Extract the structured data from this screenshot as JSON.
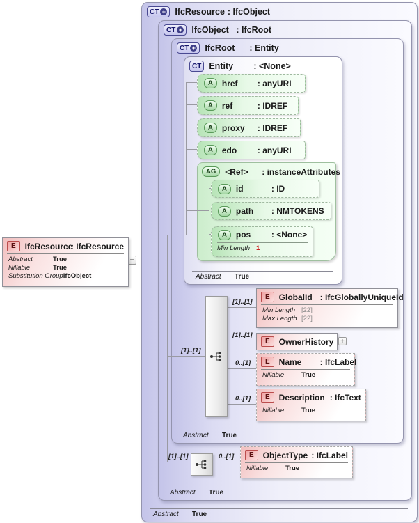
{
  "colors": {
    "container_fill": "#c4c4e9",
    "attribute_fill": "#b7e4b7",
    "element_fill": "#f1bfbf",
    "facet_red": "#cc2222"
  },
  "icons": {
    "expand": "+",
    "collapse": "−"
  },
  "containers": [
    {
      "badge": "CT",
      "name": "IfcResource",
      "type": ": IfcObject",
      "footer_label": "Abstract",
      "footer_value": "True"
    },
    {
      "badge": "CT",
      "name": "IfcObject",
      "type": ": IfcRoot",
      "footer_label": "Abstract",
      "footer_value": "True"
    },
    {
      "badge": "CT",
      "name": "IfcRoot",
      "type": ": Entity",
      "footer_label": "Abstract",
      "footer_value": "True"
    },
    {
      "badge": "CT",
      "name": "Entity",
      "type": ": <None>",
      "footer_label": "Abstract",
      "footer_value": "True"
    }
  ],
  "left_element": {
    "badge": "E",
    "name": "IfcResource",
    "type": ": IfcResource",
    "props": [
      {
        "label": "Abstract",
        "value": "True"
      },
      {
        "label": "Nillable",
        "value": "True"
      },
      {
        "label": "Substitution Group",
        "value": "IfcObject"
      }
    ]
  },
  "entity_attributes": [
    {
      "badge": "A",
      "name": "href",
      "type": ": anyURI"
    },
    {
      "badge": "A",
      "name": "ref",
      "type": ": IDREF"
    },
    {
      "badge": "A",
      "name": "proxy",
      "type": ": IDREF"
    },
    {
      "badge": "A",
      "name": "edo",
      "type": ": anyURI"
    }
  ],
  "attribute_group": {
    "badge": "AG",
    "name": "<Ref>",
    "type": ": instanceAttributes",
    "attributes": [
      {
        "badge": "A",
        "name": "id",
        "type": ": ID"
      },
      {
        "badge": "A",
        "name": "path",
        "type": ": NMTOKENS"
      },
      {
        "badge": "A",
        "name": "pos",
        "type": ": <None>",
        "facet_label": "Min Length",
        "facet_value": "1"
      }
    ]
  },
  "elements": [
    {
      "badge": "E",
      "name": "GlobalId",
      "type": ": IfcGloballyUniqueId",
      "cardinality": "[1]..[1]",
      "facets": [
        {
          "label": "Min Length",
          "value": "[22]"
        },
        {
          "label": "Max Length",
          "value": "[22]"
        }
      ]
    },
    {
      "badge": "E",
      "name": "OwnerHistory",
      "type": "",
      "cardinality": "[1]..[1]"
    },
    {
      "badge": "E",
      "name": "Name",
      "type": ": IfcLabel",
      "cardinality": "0..[1]",
      "props": [
        {
          "label": "Nillable",
          "value": "True"
        }
      ]
    },
    {
      "badge": "E",
      "name": "Description",
      "type": ": IfcText",
      "cardinality": "0..[1]",
      "props": [
        {
          "label": "Nillable",
          "value": "True"
        }
      ]
    },
    {
      "badge": "E",
      "name": "ObjectType",
      "type": ": IfcLabel",
      "cardinality": "0..[1]",
      "props": [
        {
          "label": "Nillable",
          "value": "True"
        }
      ]
    }
  ],
  "sequences": [
    {
      "cardinality": "[1]..[1]"
    },
    {
      "cardinality": "[1]..[1]"
    }
  ]
}
